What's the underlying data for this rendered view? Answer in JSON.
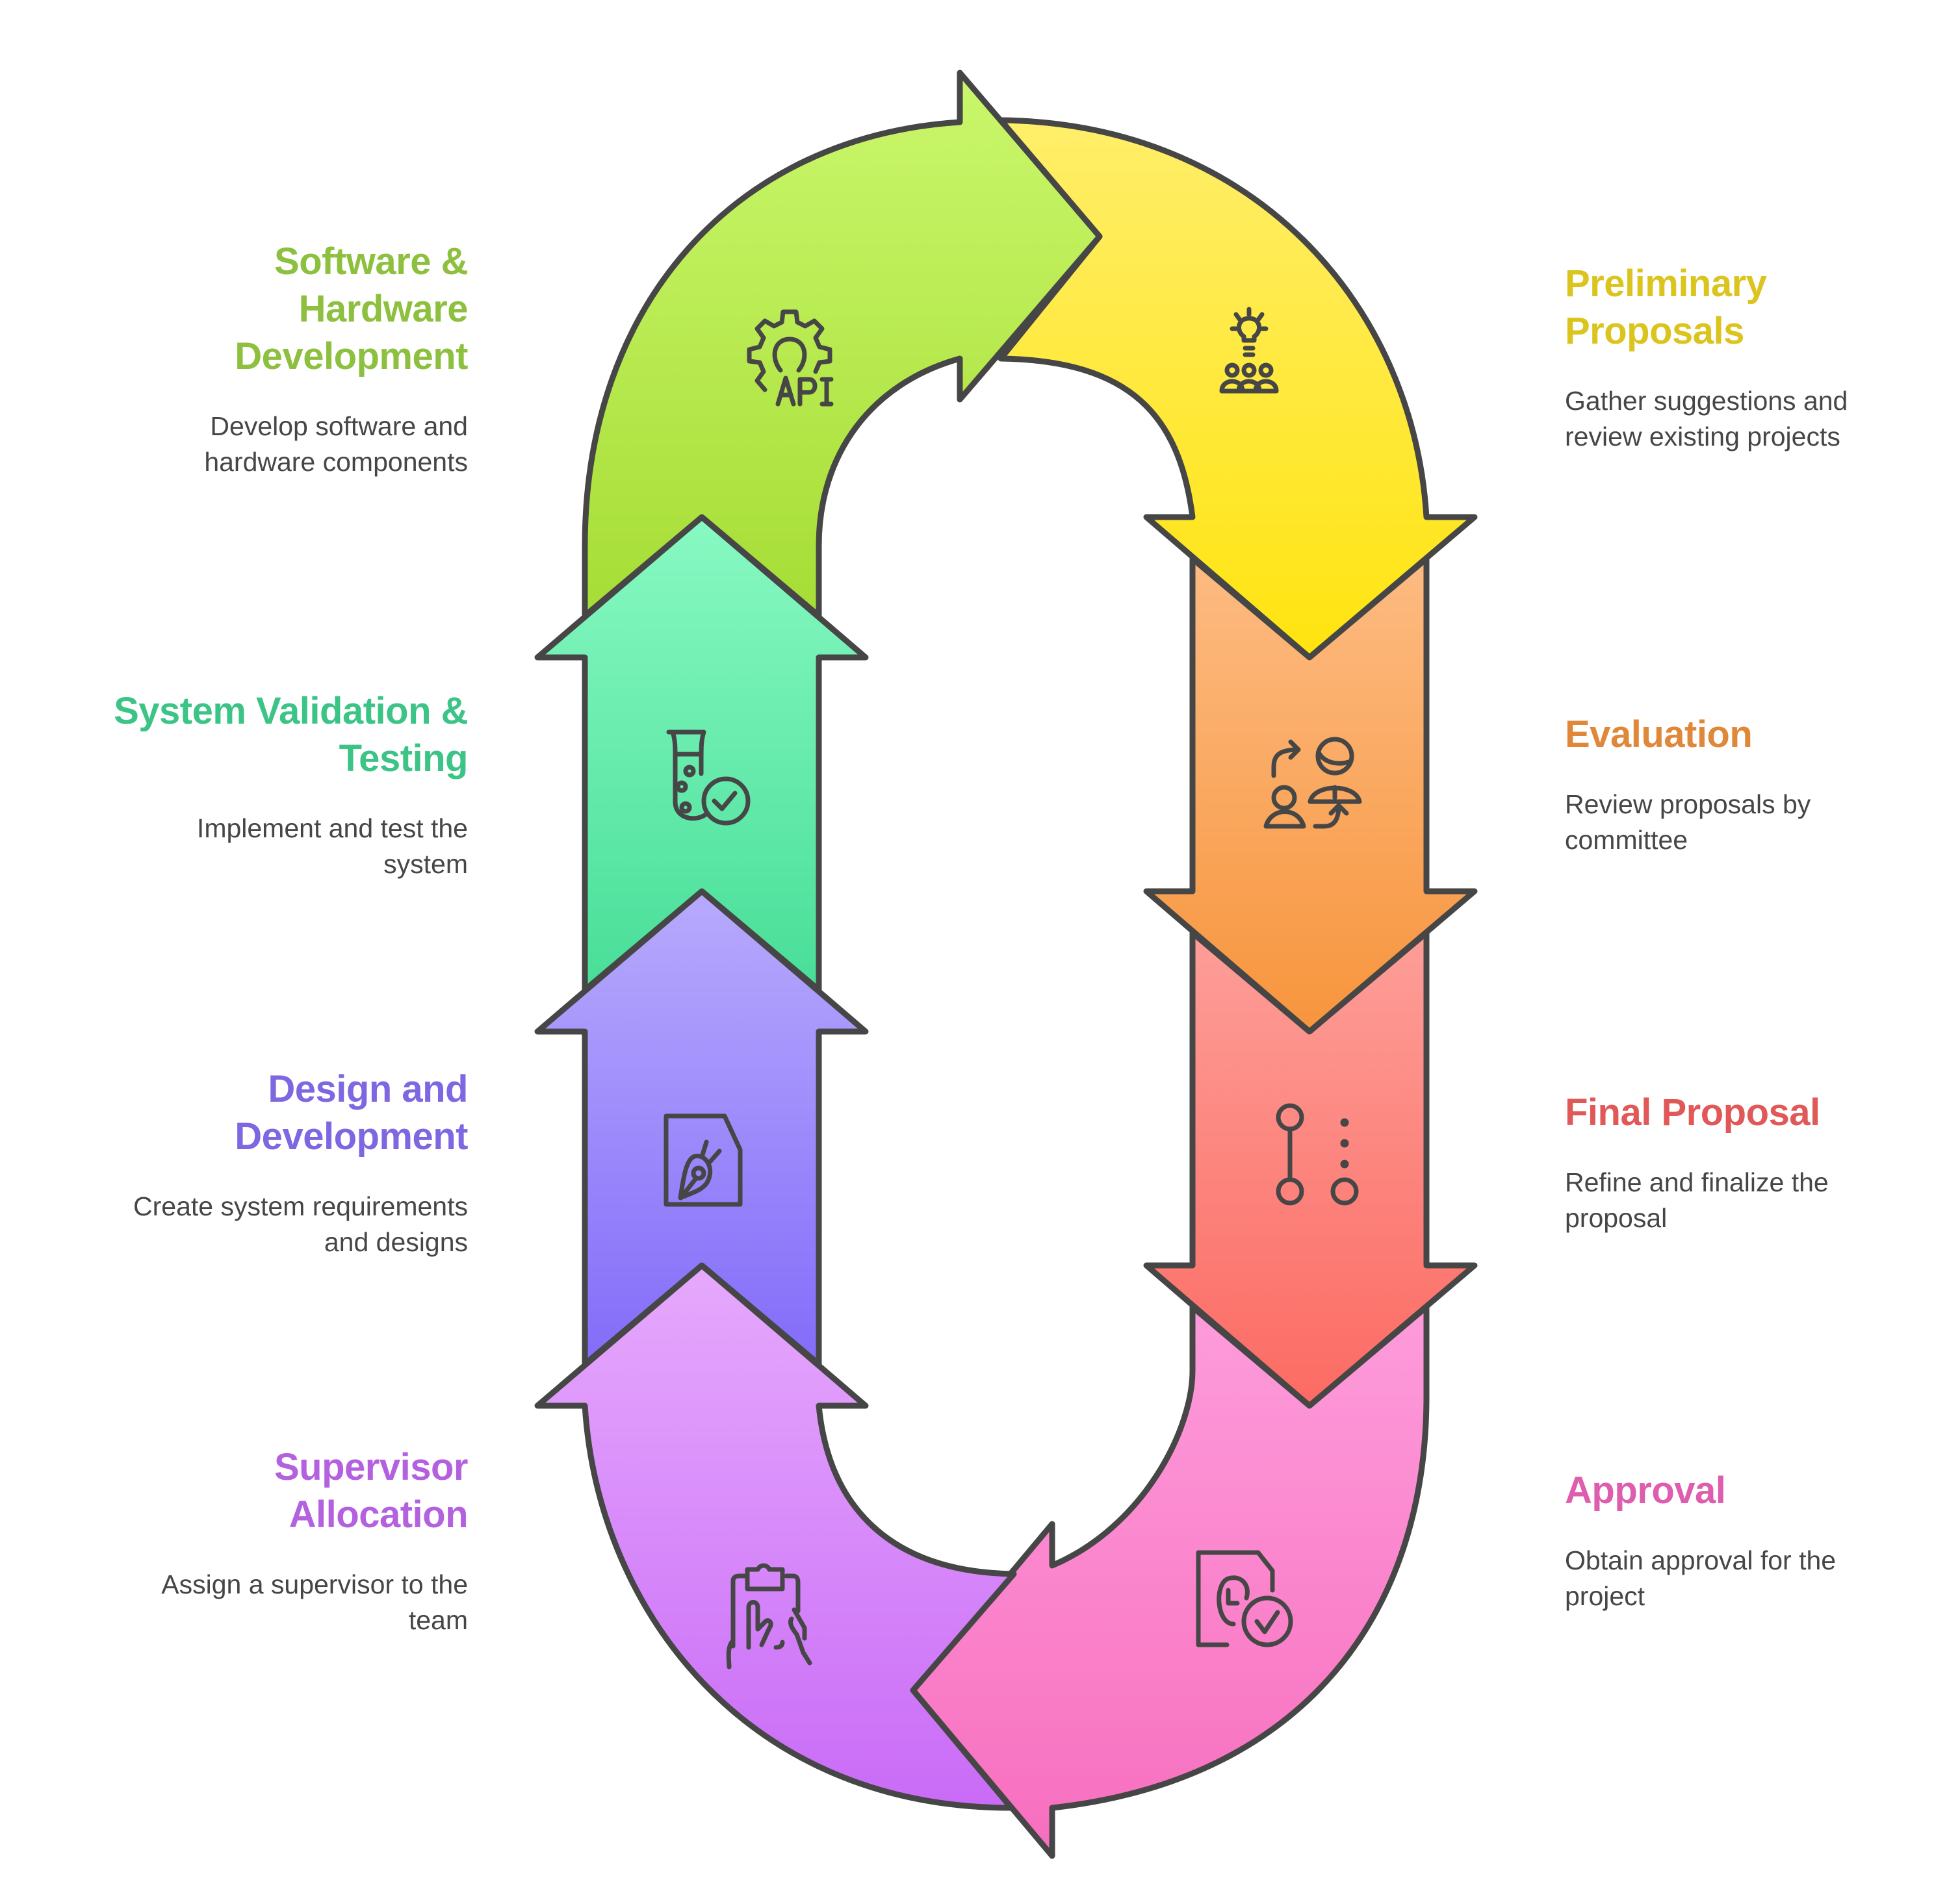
{
  "diagram": {
    "type": "cycle",
    "stroke_color": "#464646",
    "steps": [
      {
        "id": "preliminary-proposals",
        "title": "Preliminary Proposals",
        "title_lines": [
          "Preliminary",
          "Proposals"
        ],
        "description_lines": [
          "Gather suggestions and",
          "review existing projects"
        ],
        "title_color": "#DCC41E",
        "fill_top": "#FFEE6A",
        "fill_bottom": "#FFE40F",
        "icon": "lightbulb-team-icon",
        "side": "right"
      },
      {
        "id": "evaluation",
        "title": "Evaluation",
        "title_lines": [
          "Evaluation"
        ],
        "description_lines": [
          "Review proposals by",
          "committee"
        ],
        "title_color": "#E0883A",
        "fill_top": "#FDBB82",
        "fill_bottom": "#F7953D",
        "icon": "person-exchange-icon",
        "side": "right"
      },
      {
        "id": "final-proposal",
        "title": "Final Proposal",
        "title_lines": [
          "Final Proposal"
        ],
        "description_lines": [
          "Refine and finalize the",
          "proposal"
        ],
        "title_color": "#E05858",
        "fill_top": "#FD9E98",
        "fill_bottom": "#FC6B63",
        "icon": "pipeline-nodes-icon",
        "side": "right"
      },
      {
        "id": "approval",
        "title": "Approval",
        "title_lines": [
          "Approval"
        ],
        "description_lines": [
          "Obtain approval for the",
          "project"
        ],
        "title_color": "#DE5DAE",
        "fill_top": "#FE9CDB",
        "fill_bottom": "#F76EBE",
        "icon": "document-clock-check-icon",
        "side": "right"
      },
      {
        "id": "supervisor-allocation",
        "title": "Supervisor Allocation",
        "title_lines": [
          "Supervisor",
          "Allocation"
        ],
        "description_lines": [
          "Assign a supervisor to the",
          "team"
        ],
        "title_color": "#B461E0",
        "fill_top": "#E6A9FC",
        "fill_bottom": "#C96BF7",
        "icon": "clipboard-hand-icon",
        "side": "left"
      },
      {
        "id": "design-and-development",
        "title": "Design and Development",
        "title_lines": [
          "Design and",
          "Development"
        ],
        "description_lines": [
          "Create system requirements",
          "and designs"
        ],
        "title_color": "#7E67E0",
        "fill_top": "#B7AAFD",
        "fill_bottom": "#836CF9",
        "icon": "document-pen-icon",
        "side": "left"
      },
      {
        "id": "system-validation-testing",
        "title": "System Validation & Testing",
        "title_lines": [
          "System Validation &",
          "Testing"
        ],
        "description_lines": [
          "Implement and test the",
          "system"
        ],
        "title_color": "#3CC486",
        "fill_top": "#88F9C2",
        "fill_bottom": "#48DE98",
        "icon": "test-tube-check-icon",
        "side": "left"
      },
      {
        "id": "software-hardware-development",
        "title": "Software & Hardware Development",
        "title_lines": [
          "Software &",
          "Hardware",
          "Development"
        ],
        "description_lines": [
          "Develop software and",
          "hardware components"
        ],
        "title_color": "#8DC03E",
        "fill_top": "#CAF76C",
        "fill_bottom": "#A6DD35",
        "icon": "gear-api-icon",
        "side": "left"
      }
    ]
  }
}
